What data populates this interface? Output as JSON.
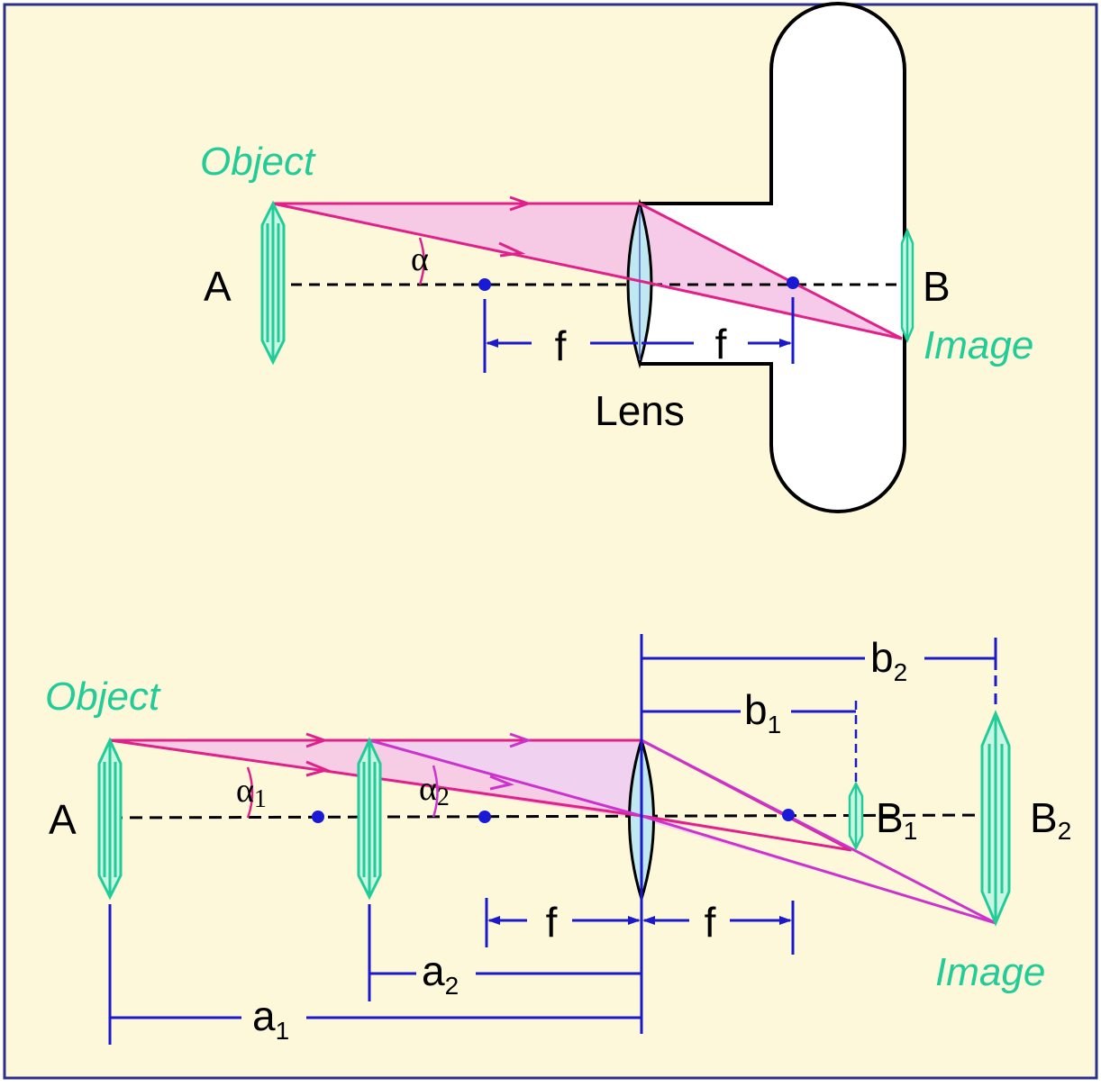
{
  "colors": {
    "background": "#fdf8d9",
    "frame": "#2b2f8e",
    "ray": "#e0218a",
    "ray_light": "#cc33cc",
    "ray_fill": "#f4c2e6",
    "crystal": "#22cc99",
    "crystal_fill": "#c9f5e3",
    "dimension": "#1a1acc",
    "focal_point": "#1a1ad6",
    "lens_fill": "#bfe8f2",
    "axis": "#000000",
    "text": "#000000",
    "eye_fill": "#ffffff"
  },
  "top": {
    "object_label": "Object",
    "image_label": "Image",
    "point_A": "A",
    "point_B": "B",
    "angle": "α",
    "f_left": "f",
    "f_right": "f",
    "lens_label": "Lens"
  },
  "bottom": {
    "object_label": "Object",
    "image_label": "Image",
    "point_A": "A",
    "point_B1": "B",
    "point_B1_sub": "1",
    "point_B2": "B",
    "point_B2_sub": "2",
    "angle1": "α",
    "angle1_sub": "1",
    "angle2": "α",
    "angle2_sub": "2",
    "f_left": "f",
    "f_right": "f",
    "a1": "a",
    "a1_sub": "1",
    "a2": "a",
    "a2_sub": "2",
    "b1": "b",
    "b1_sub": "1",
    "b2": "b",
    "b2_sub": "2"
  }
}
